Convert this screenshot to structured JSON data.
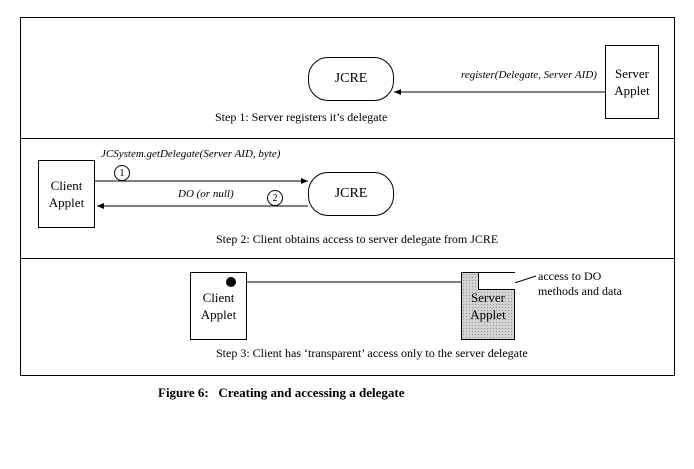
{
  "step1": {
    "jcre": "JCRE",
    "server_applet": "Server\nApplet",
    "call_label": "register(Delegate, Server AID)",
    "caption": "Step 1: Server registers it’s delegate"
  },
  "step2": {
    "client_applet": "Client\nApplet",
    "jcre": "JCRE",
    "call_label": "JCSystem.getDelegate(Server AID, byte)",
    "return_label": "DO (or null)",
    "num1": "1",
    "num2": "2",
    "caption": "Step 2: Client obtains access to server delegate from JCRE"
  },
  "step3": {
    "client_applet": "Client\nApplet",
    "server_applet": "Server\nApplet",
    "access_label": "access to DO\nmethods and data",
    "caption": "Step 3: Client has ‘transparent’ access only to the server delegate"
  },
  "figure_caption": "Figure 6:   Creating and accessing a delegate"
}
